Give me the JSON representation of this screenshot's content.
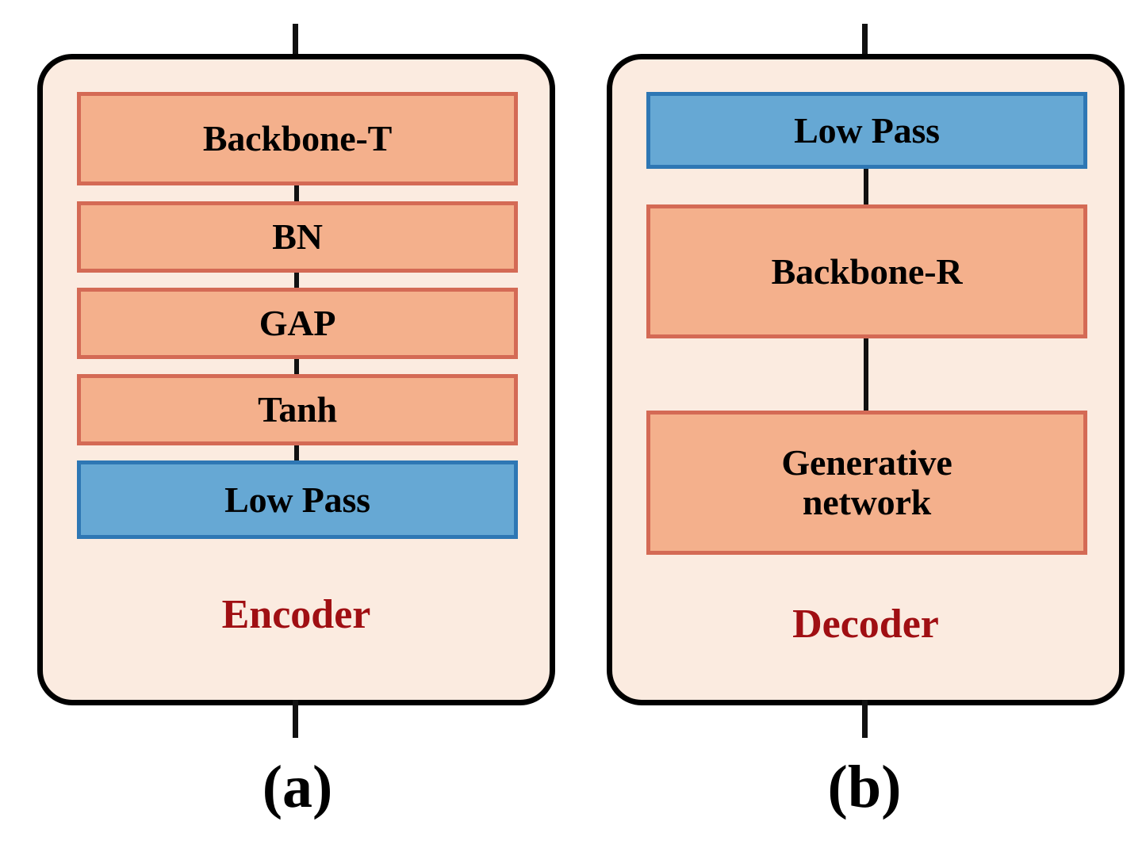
{
  "figure": {
    "title": "Encoder and Decoder architecture blocks",
    "background": "#FFFFFF"
  },
  "palette": {
    "panel_fill": "#FBEBE0",
    "panel_border": "#000000",
    "orange_fill": "#F4B08C",
    "orange_border": "#D46A55",
    "blue_fill": "#66A8D4",
    "blue_border": "#2E77B4",
    "role_text": "#A00F13",
    "block_text": "#000000",
    "wire": "#111111"
  },
  "panels": [
    {
      "id": "a",
      "role_label": "Encoder",
      "subcaption": "(a)",
      "blocks": [
        {
          "label": "Backbone-T",
          "color": "orange"
        },
        {
          "label": "BN",
          "color": "orange"
        },
        {
          "label": "GAP",
          "color": "orange"
        },
        {
          "label": "Tanh",
          "color": "orange"
        },
        {
          "label": "Low Pass",
          "color": "blue"
        }
      ]
    },
    {
      "id": "b",
      "role_label": "Decoder",
      "subcaption": "(b)",
      "blocks": [
        {
          "label": "Low Pass",
          "color": "blue"
        },
        {
          "label": "Backbone-R",
          "color": "orange"
        },
        {
          "label": "Generative network",
          "color": "orange"
        }
      ]
    }
  ]
}
